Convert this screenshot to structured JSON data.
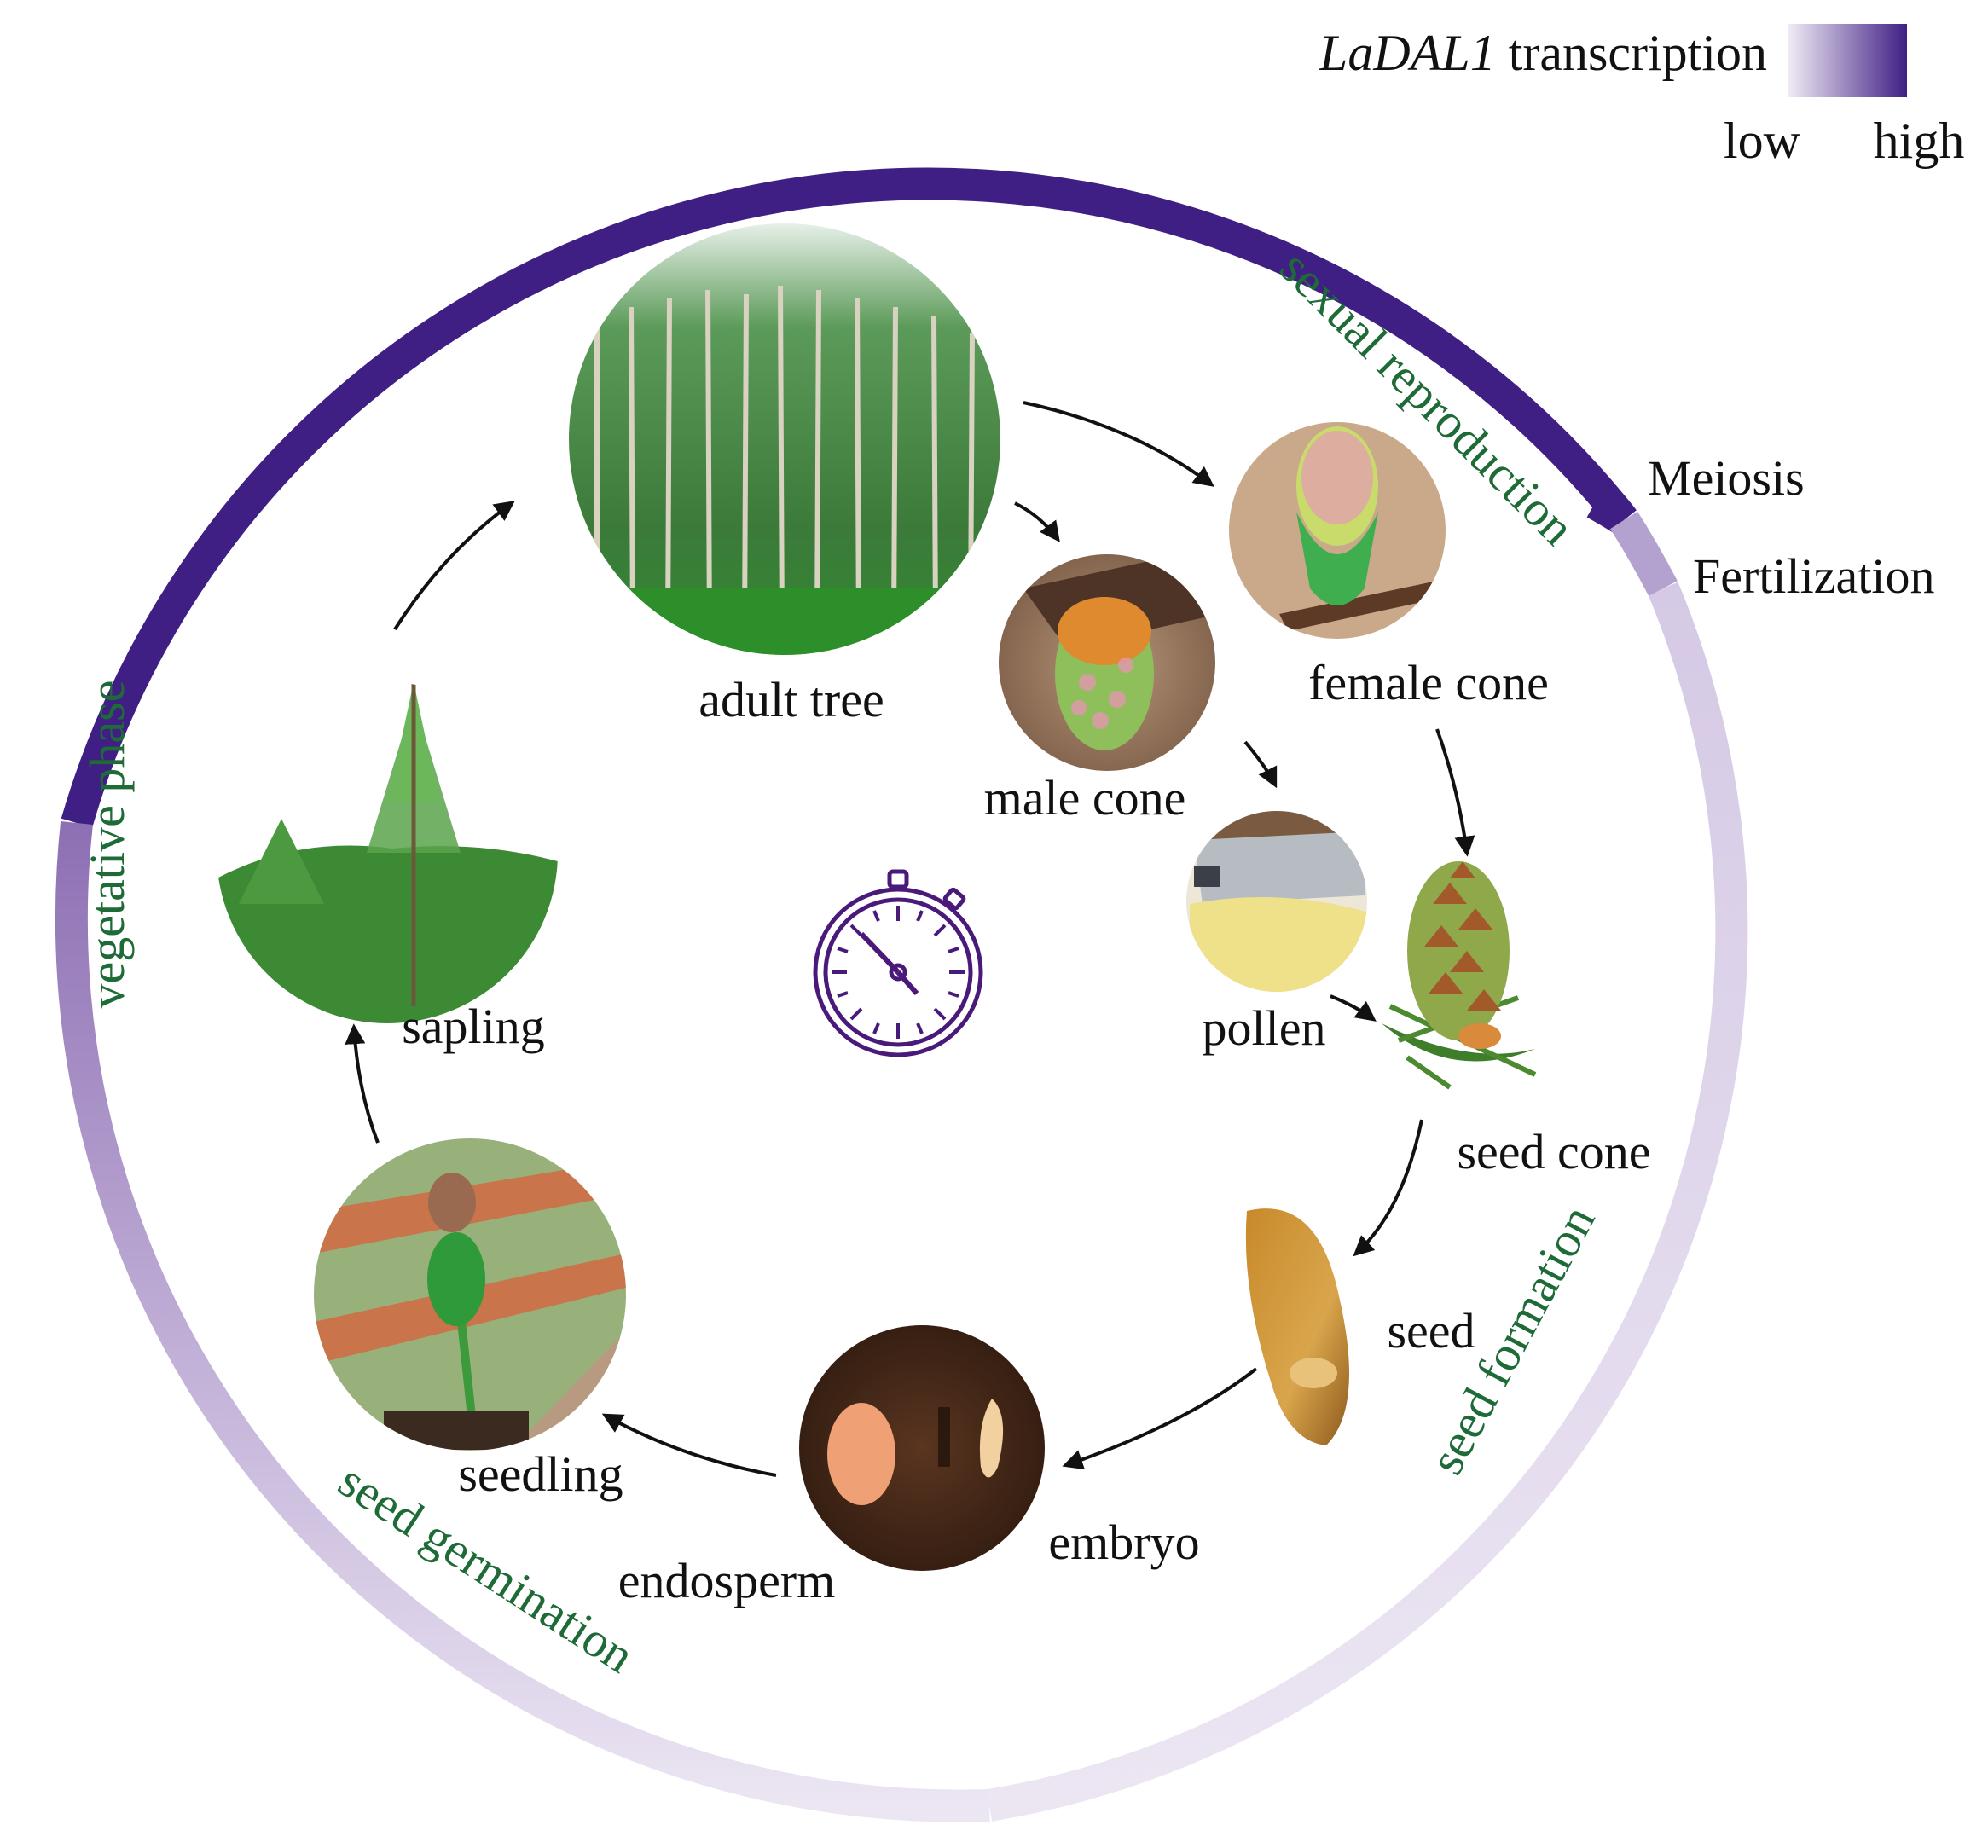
{
  "legend": {
    "title_gene": "LaDAL1",
    "title_rest": " transcription",
    "low_label": "low",
    "high_label": "high",
    "color_low": "#ece6f3",
    "color_high": "#3f1f84"
  },
  "events": {
    "meiosis": "Meiosis",
    "fertilization": "Fertilization"
  },
  "phases": {
    "vegetative": "vegetative phase",
    "sexual_reproduction": "sexual reproduction",
    "seed_formation": "seed formation",
    "seed_germination": "seed germination"
  },
  "stages": {
    "adult_tree": "adult tree",
    "female_cone": "female cone",
    "male_cone": "male cone",
    "pollen": "pollen",
    "seed_cone": "seed cone",
    "seed": "seed",
    "embryo": "embryo",
    "endosperm": "endosperm",
    "seedling": "seedling",
    "sapling": "sapling"
  },
  "icons": {
    "timer": "stopwatch-icon"
  },
  "colors": {
    "phase_text": "#1e6b38",
    "ring_high": "#3f1f84",
    "ring_low": "#e4dcee"
  }
}
